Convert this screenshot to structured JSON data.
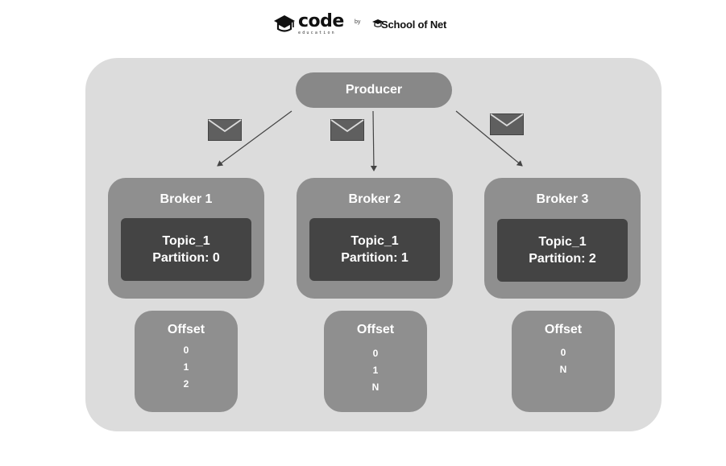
{
  "header": {
    "brand_word": "code",
    "brand_sub": "education",
    "by": "by",
    "partner": "School of Net"
  },
  "producer": {
    "label": "Producer"
  },
  "brokers": [
    {
      "title": "Broker 1",
      "topic": "Topic_1",
      "partition": "Partition: 0",
      "offset_title": "Offset",
      "offsets": [
        "0",
        "1",
        "2"
      ]
    },
    {
      "title": "Broker 2",
      "topic": "Topic_1",
      "partition": "Partition: 1",
      "offset_title": "Offset",
      "offsets": [
        "0",
        "1",
        "N"
      ]
    },
    {
      "title": "Broker 3",
      "topic": "Topic_1",
      "partition": "Partition: 2",
      "offset_title": "Offset",
      "offsets": [
        "0",
        "N"
      ]
    }
  ],
  "icons": {
    "brand": "graduation-cap-icon",
    "partner": "graduation-cap-icon",
    "message": "envelope-icon"
  },
  "colors": {
    "panel": "#dcdcdc",
    "node": "#8f8f8f",
    "producer": "#888888",
    "topic": "#444444",
    "arrow": "#444444",
    "text": "#ffffff"
  }
}
